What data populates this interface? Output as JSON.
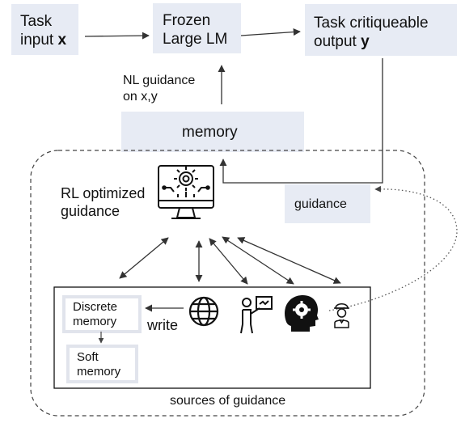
{
  "nodes": {
    "task_input": {
      "line1": "Task",
      "line2_prefix": "input ",
      "line2_bold": "x"
    },
    "frozen_lm": {
      "line1": "Frozen",
      "line2": "Large LM"
    },
    "task_output": {
      "line1": "Task critiqueable",
      "line2_prefix": "output ",
      "line2_bold": "y"
    },
    "memory": {
      "label": "memory"
    },
    "guidance": {
      "label": "guidance"
    },
    "rl_optimized": {
      "line1": "RL optimized",
      "line2": "guidance"
    },
    "discrete_memory": {
      "line1": "Discrete",
      "line2": "memory"
    },
    "soft_memory": {
      "line1": "Soft",
      "line2": "memory"
    }
  },
  "labels": {
    "nl_guidance_line1": "NL guidance",
    "nl_guidance_line2": "on x,y",
    "write": "write",
    "sources_of_guidance": "sources of guidance"
  },
  "icons": [
    "monitor-gear-icon",
    "globe-icon",
    "teacher-icon",
    "head-gear-icon",
    "worker-icon"
  ],
  "colors": {
    "box_fill": "#e7ebf4",
    "arrow": "#333333",
    "dashed": "#444444"
  }
}
